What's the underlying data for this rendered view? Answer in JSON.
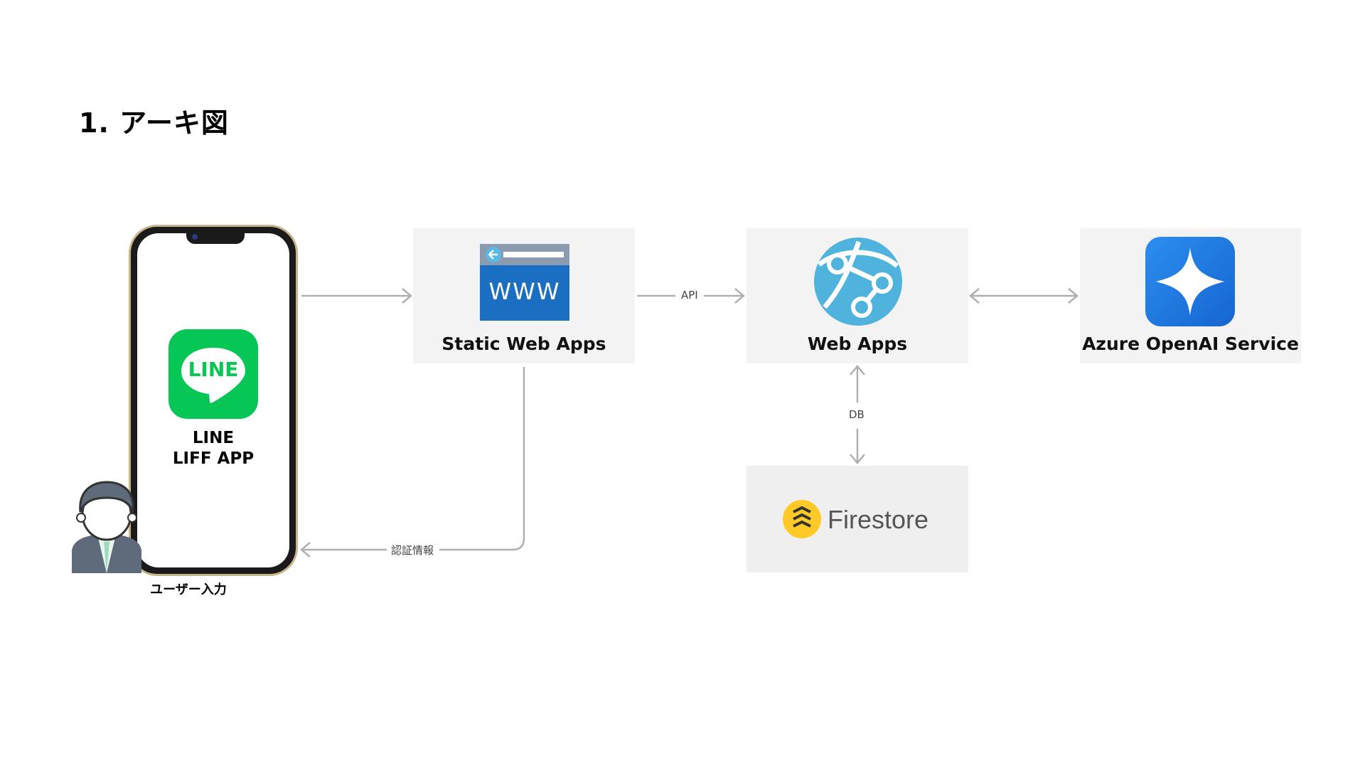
{
  "title": "1. アーキ図",
  "phone": {
    "app_line1": "LINE",
    "app_line2": "LIFF APP",
    "logo_text": "LINE"
  },
  "user": {
    "label": "ユーザー入力"
  },
  "nodes": {
    "static_web_apps": {
      "label": "Static Web Apps",
      "icon_text": "WWW"
    },
    "web_apps": {
      "label": "Web Apps"
    },
    "azure_openai": {
      "label": "Azure OpenAI Service"
    },
    "firestore": {
      "label": "Firestore"
    }
  },
  "edges": {
    "api": "API",
    "db": "DB",
    "auth": "認証情報"
  },
  "colors": {
    "line_green": "#06c755",
    "azure_blue": "#1f7ae0",
    "www_blue": "#1b6fc2",
    "web_apps_blue": "#4fb3de",
    "firestore_yellow": "#ffca28",
    "arrow_gray": "#b0b0b0",
    "card_bg": "#f3f3f3"
  }
}
